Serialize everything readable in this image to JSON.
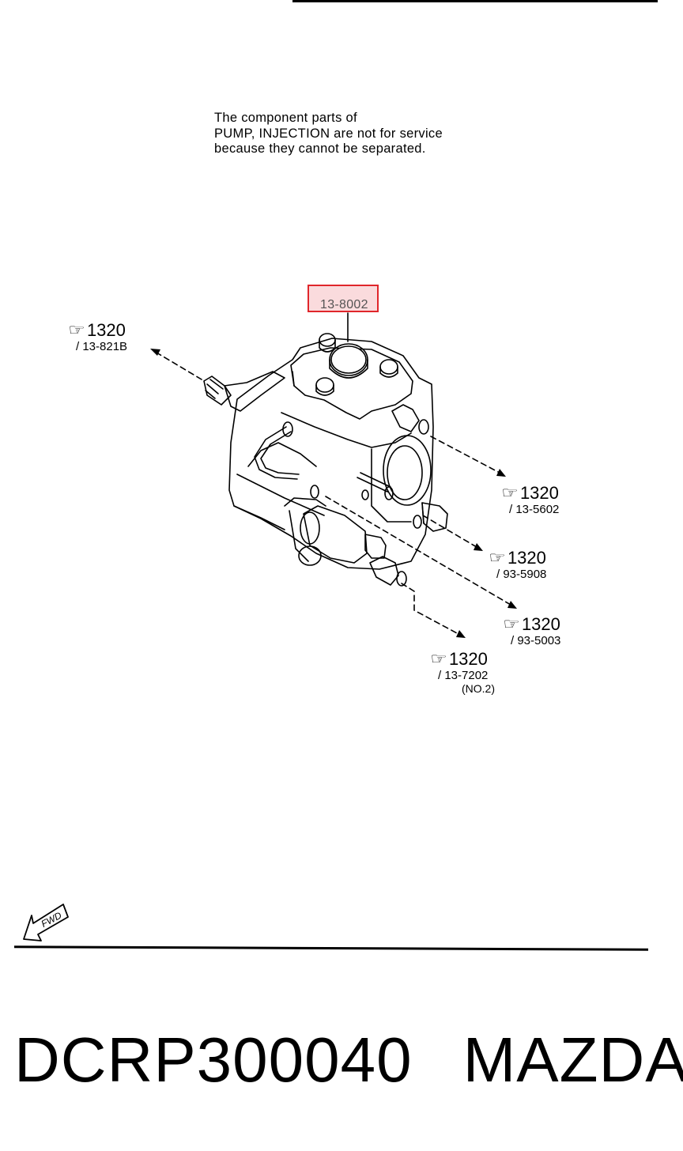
{
  "note": "The component parts of\nPUMP, INJECTION are not for service\nbecause they cannot be separated.",
  "highlighted_part": "13-8002",
  "callouts": [
    {
      "page": "1320",
      "ref": "/ 13-821B",
      "extra": ""
    },
    {
      "page": "1320",
      "ref": "/ 13-5602",
      "extra": ""
    },
    {
      "page": "1320",
      "ref": "/ 93-5908",
      "extra": ""
    },
    {
      "page": "1320",
      "ref": "/ 93-5003",
      "extra": ""
    },
    {
      "page": "1320",
      "ref": "/ 13-7202",
      "extra": "(NO.2)"
    }
  ],
  "icons": {
    "callout": "pointing-hand-icon",
    "direction": "fwd-arrow-icon"
  },
  "fwd_label": "FWD",
  "footer": {
    "part_number": "DCRP300040",
    "brand": "MAZDA"
  },
  "colors": {
    "highlight_border": "#e0262b",
    "highlight_fill": "#f2b8bc"
  }
}
